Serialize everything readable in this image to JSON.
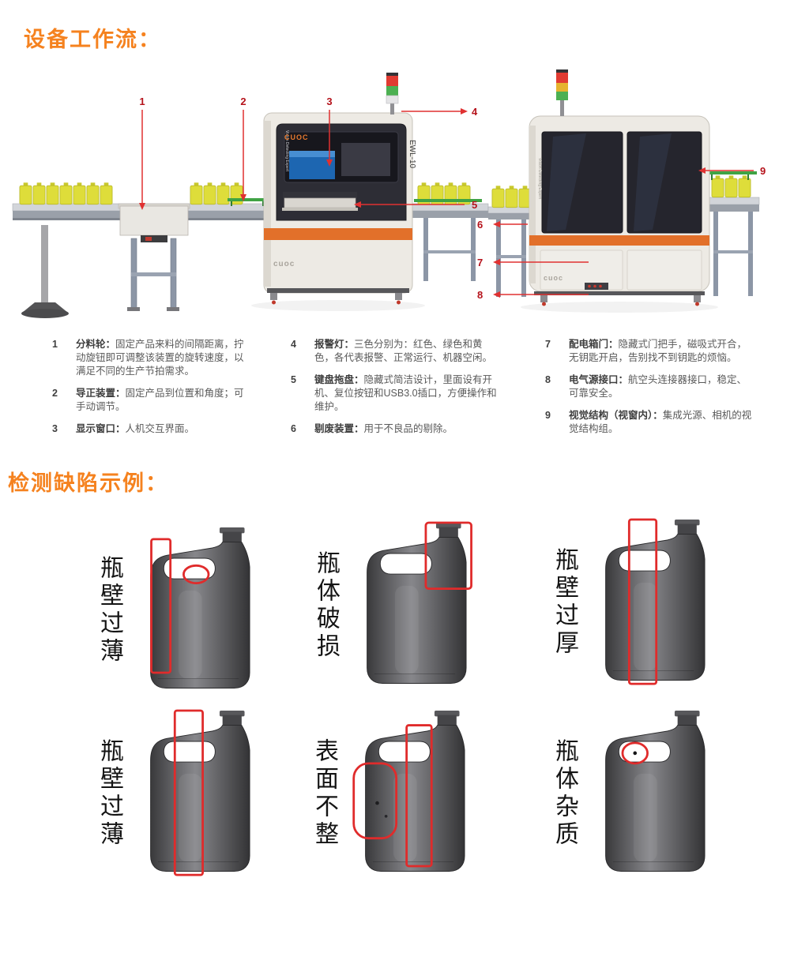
{
  "colors": {
    "heading_orange": "#f5821f",
    "callout_red": "#b5121b",
    "arrow_red": "#e03131",
    "machine_accent_orange": "#e2702a",
    "annotation_red": "#e02b2b",
    "bottle_yellow": "#dedd3a",
    "tower_red": "#e13b32",
    "tower_green": "#4cb052",
    "tower_yellow": "#e6b32e"
  },
  "sections": {
    "workflow_title": "设备工作流：",
    "defects_title": "检测缺陷示例："
  },
  "diagram": {
    "callouts": [
      "1",
      "2",
      "3",
      "4",
      "5",
      "6",
      "7",
      "8",
      "9"
    ],
    "machine_center": {
      "brand": "CUOC",
      "model": "EWL-10",
      "logo_bottom": "cuoc",
      "side_text": "Vision Detecting Expert"
    },
    "machine_right": {
      "logo_bottom": "cuoc",
      "side_text": "Vision Detecting Expert"
    }
  },
  "legend": {
    "columns": [
      {
        "items": [
          {
            "num": "1",
            "term": "分料轮：",
            "desc": "固定产品来料的间隔距离，拧动旋钮即可调整该装置的旋转速度，以满足不同的生产节拍需求。"
          },
          {
            "num": "2",
            "term": "导正装置：",
            "desc": "固定产品到位置和角度；可手动调节。"
          },
          {
            "num": "3",
            "term": "显示窗口：",
            "desc": "人机交互界面。"
          }
        ]
      },
      {
        "items": [
          {
            "num": "4",
            "term": "报警灯：",
            "desc": "三色分别为：红色、绿色和黄色，各代表报警、正常运行、机器空闲。"
          },
          {
            "num": "5",
            "term": "键盘拖盘：",
            "desc": "隐藏式简洁设计，里面设有开机、复位按钮和USB3.0插口，方便操作和维护。"
          },
          {
            "num": "6",
            "term": "剔废装置：",
            "desc": "用于不良品的剔除。"
          }
        ]
      },
      {
        "items": [
          {
            "num": "7",
            "term": "配电箱门：",
            "desc": "隐藏式门把手，磁吸式开合，无钥匙开启，告别找不到钥匙的烦恼。"
          },
          {
            "num": "8",
            "term": "电气源接口：",
            "desc": "航空头连接器接口，稳定、可靠安全。"
          },
          {
            "num": "9",
            "term": "视觉结构（视窗内）：",
            "desc": "集成光源、相机的视觉结构组。"
          }
        ]
      }
    ]
  },
  "defects": [
    {
      "label": "瓶壁过薄"
    },
    {
      "label": "瓶体破损"
    },
    {
      "label": "瓶壁过厚"
    },
    {
      "label": "瓶壁过薄"
    },
    {
      "label": "表面不整"
    },
    {
      "label": "瓶体杂质"
    }
  ]
}
